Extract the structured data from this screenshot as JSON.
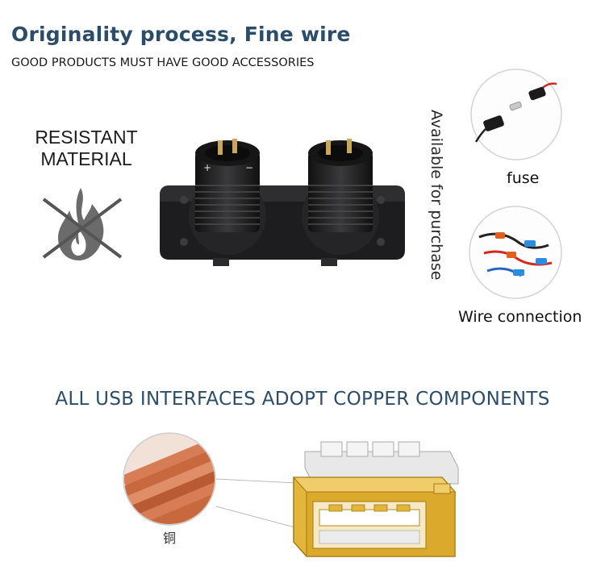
{
  "header": {
    "title": "Originality process, Fine wire",
    "subtitle": "GOOD PRODUCTS MUST HAVE GOOD ACCESSORIES"
  },
  "resistant": {
    "line1": "RESISTANT",
    "line2": "MATERIAL",
    "icon": "no-fire-icon"
  },
  "side_note": "Available for purchase",
  "accessories": [
    {
      "label": "fuse",
      "icon": "fuse-icon"
    },
    {
      "label": "Wire connection",
      "icon": "wire-connector-icon"
    }
  ],
  "usb": {
    "heading": "ALL USB INTERFACES ADOPT COPPER COMPONENTS",
    "copper_label": "铜"
  },
  "colors": {
    "heading_blue": "#2c4d6a",
    "copper": "#c8683e",
    "usb_gold": "#e3b53a",
    "panel_black": "#1d1d1f"
  }
}
